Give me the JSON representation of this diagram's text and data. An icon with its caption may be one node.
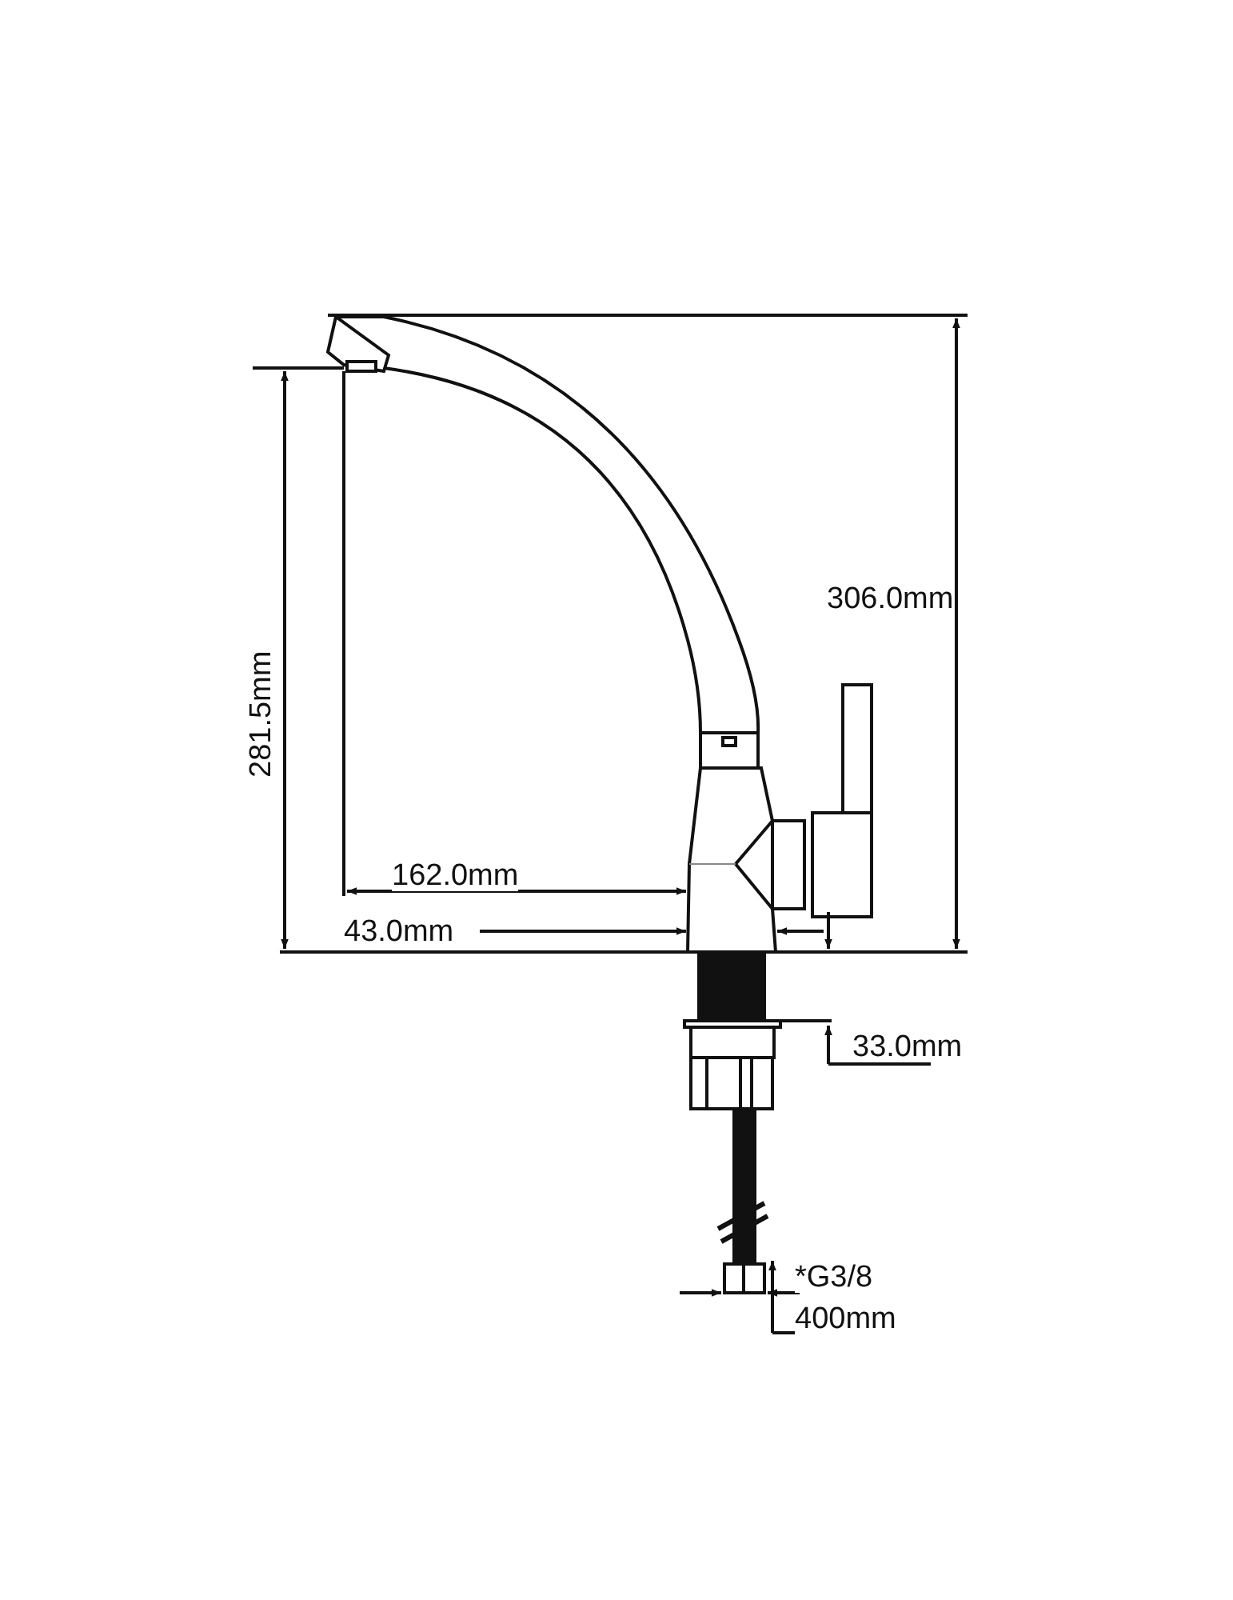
{
  "diagram": {
    "labels": [
      "306.0mm",
      "281.5mm",
      "162.0mm",
      "43.0mm",
      "33.0mm",
      "*G3/8",
      "400mm"
    ]
  }
}
